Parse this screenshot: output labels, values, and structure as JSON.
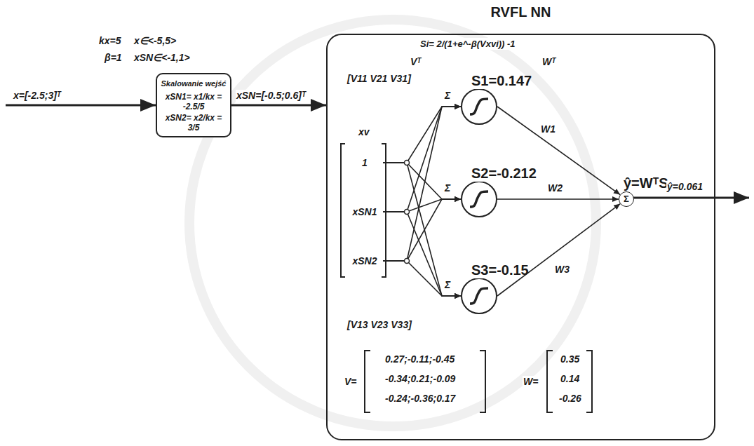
{
  "diagram": {
    "nodes": [
      {
        "text": [
          "Skalowanie wejść",
          "xSN1= x1/kx = -2.5/5",
          "xSN2= x2/kx = 3/5"
        ]
      },
      {
        "text": [
          "RVFL NN"
        ]
      },
      {
        "text": [
          "1"
        ],
        "in": 1
      },
      {
        "text": [
          "xSN1"
        ],
        "in": 1
      },
      {
        "text": [
          "xSN2"
        ],
        "in": 1
      },
      {
        "text": [
          "S1=0.147"
        ],
        "in": 1
      },
      {
        "text": [
          "S2=-0.212"
        ],
        "in": 1
      },
      {
        "text": [
          "S3=-0.15"
        ],
        "in": 1
      },
      {
        "text": [
          "ŷ=WᵀS",
          "Σ"
        ],
        "in": 1
      }
    ],
    "edges": [
      {
        "from": 0,
        "to": 1,
        "arrow": "to",
        "label": "xSN=[-0.5;0.6]ᵀ"
      },
      {
        "from": 2,
        "to": 5,
        "arrow": "to"
      },
      {
        "from": 3,
        "to": 5,
        "arrow": "to"
      },
      {
        "from": 4,
        "to": 5,
        "arrow": "to"
      },
      {
        "from": 2,
        "to": 6,
        "arrow": "to"
      },
      {
        "from": 3,
        "to": 6,
        "arrow": "to"
      },
      {
        "from": 4,
        "to": 6,
        "arrow": "to"
      },
      {
        "from": 2,
        "to": 7,
        "arrow": "to"
      },
      {
        "from": 3,
        "to": 7,
        "arrow": "to"
      },
      {
        "from": 4,
        "to": 7,
        "arrow": "to"
      },
      {
        "from": 5,
        "to": 8,
        "arrow": "to",
        "label": "W1"
      },
      {
        "from": 6,
        "to": 8,
        "arrow": "to",
        "label": "W2"
      },
      {
        "from": 7,
        "to": 8,
        "arrow": "to",
        "label": "W3"
      }
    ],
    "labels": [
      "kx=5",
      "x∈<-5,5>",
      "β=1",
      "xSN∈<-1,1>",
      "x=[-2.5;3]ᵀ",
      "Si= 2/(1+e^-β(Vxvi)) -1",
      "Vᵀ",
      "[V11 V21 V31]",
      "xv",
      "Σ",
      "Σ",
      "Σ",
      "Wᵀ",
      "[V13 V23 V33]",
      "V=",
      "0.27;-0.11;-0.45",
      "-0.34;0.21;-0.09",
      "-0.24;-0.36;0.17",
      "W=",
      "0.35",
      "0.14",
      "-0.26",
      "ŷ=0.061"
    ]
  }
}
